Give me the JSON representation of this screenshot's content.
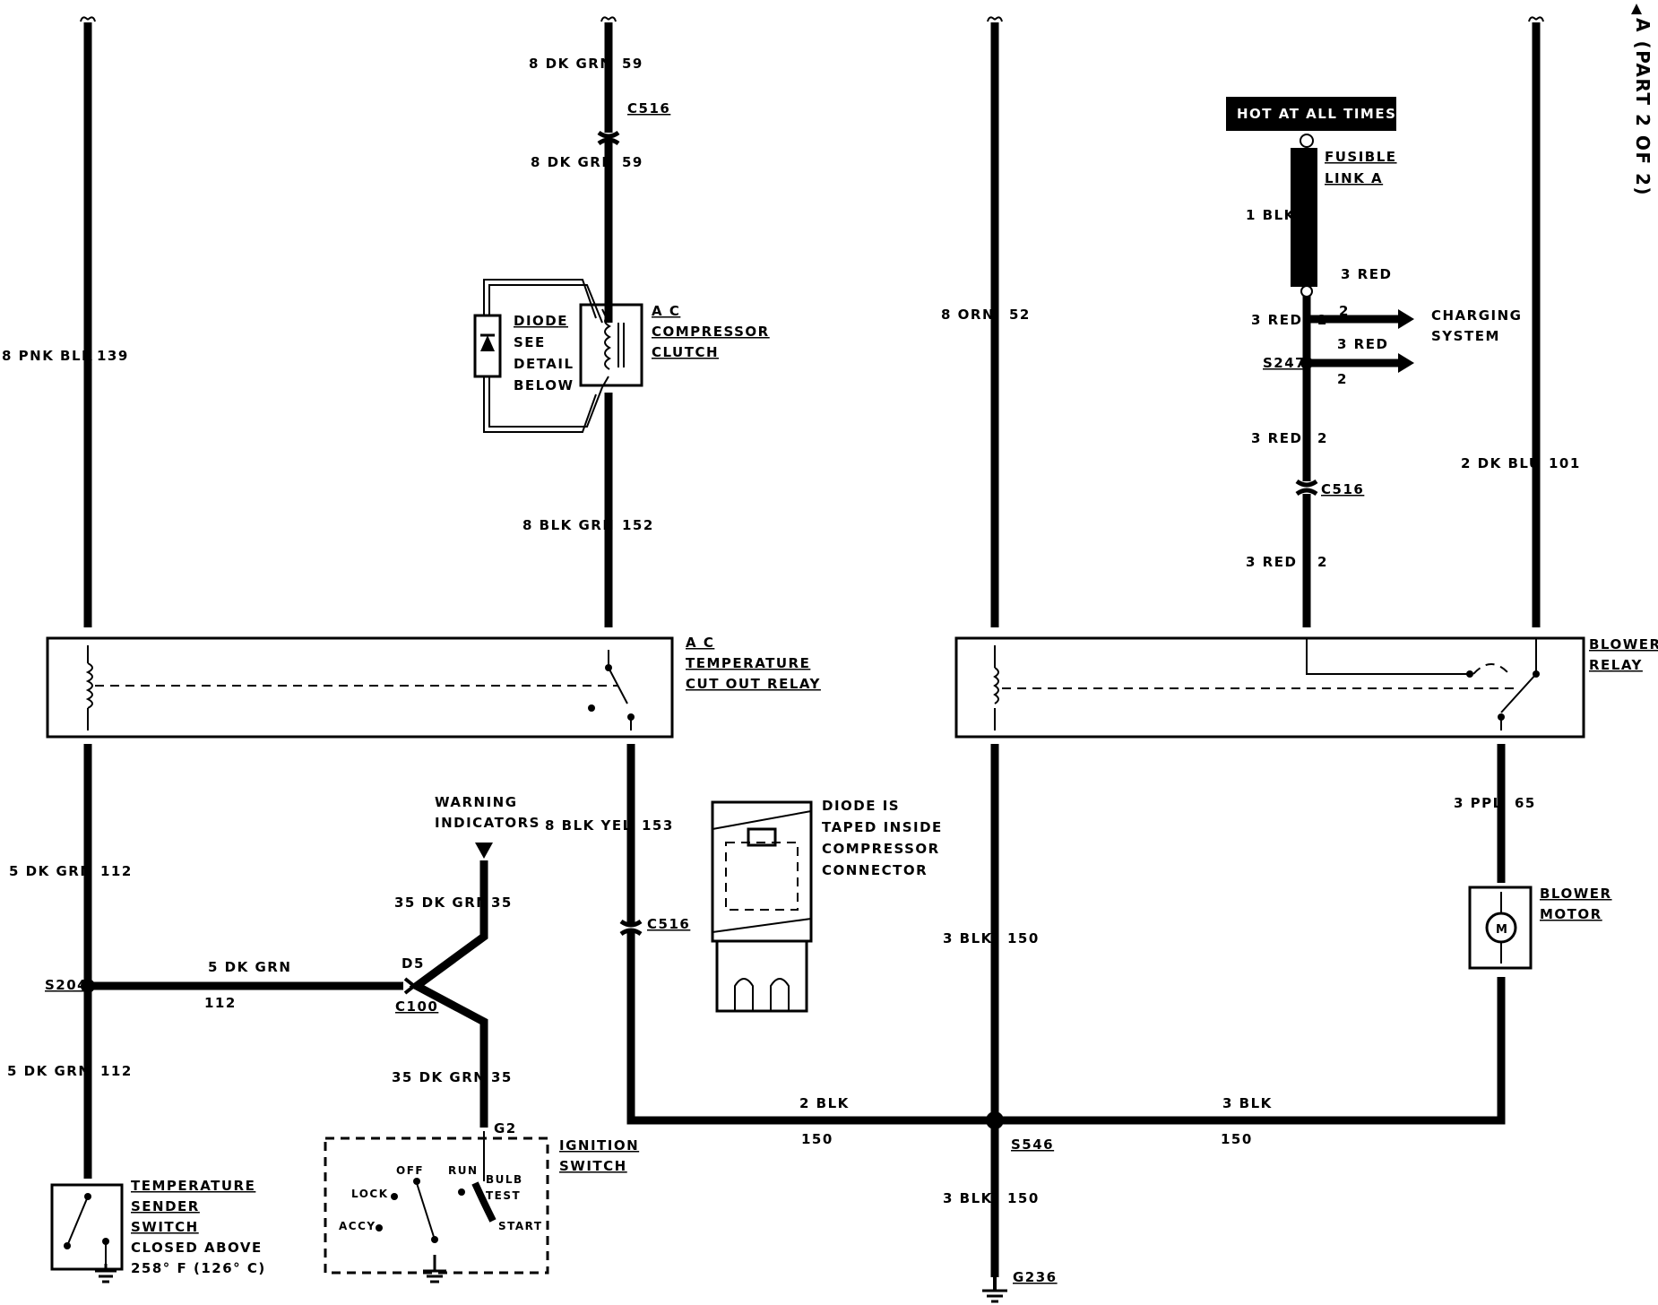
{
  "title_ref": "A (PART 2 OF 2)",
  "hot_label": "HOT AT ALL TIMES",
  "wires": {
    "w139": {
      "gauge": "8 PNK BLK",
      "circuit": "139"
    },
    "w59a": {
      "gauge": "8 DK GRN",
      "circuit": "59"
    },
    "w59b": {
      "gauge": "8 DK GRN",
      "circuit": "59"
    },
    "w152": {
      "gauge": "8 BLK GRN",
      "circuit": "152"
    },
    "w52": {
      "gauge": "8 ORN",
      "circuit": "52"
    },
    "w101": {
      "gauge": "2 DK BLU",
      "circuit": "101"
    },
    "w2_1blk": {
      "gauge": "1 BLK"
    },
    "w2a": {
      "gauge": "3 RED",
      "circuit": "2"
    },
    "w2b": {
      "gauge": "3 RED",
      "circuit": "2"
    },
    "w2c": {
      "gauge": "3 RED",
      "circuit": "2"
    },
    "chg1": {
      "gauge": "3 RED",
      "circuit": "2"
    },
    "chg2": {
      "gauge": "3 RED",
      "circuit": "2"
    },
    "w112a": {
      "gauge": "5 DK GRN",
      "circuit": "112"
    },
    "w112b": {
      "gauge": "5 DK GRN",
      "circuit": "112"
    },
    "w112c": {
      "gauge": "5 DK GRN",
      "circuit": "112"
    },
    "w153": {
      "gauge": "8 BLK YEL",
      "circuit": "153"
    },
    "w35a": {
      "gauge": "35 DK GRN",
      "circuit": "35"
    },
    "w35b": {
      "gauge": "35 DK GRN",
      "circuit": "35"
    },
    "w150a": {
      "gauge": "3 BLK",
      "circuit": "150"
    },
    "w150b": {
      "gauge": "2 BLK",
      "circuit": "150"
    },
    "w150c": {
      "gauge": "3 BLK",
      "circuit": "150"
    },
    "w150d": {
      "gauge": "3 BLK",
      "circuit": "150"
    },
    "w65": {
      "gauge": "3 PPL",
      "circuit": "65"
    }
  },
  "connectors": {
    "c516a": "C516",
    "c516b": "C516",
    "c516c": "C516",
    "s247": "S247",
    "s204": "S204",
    "d5": "D5",
    "c100": "C100",
    "g2": "G2",
    "s546": "S546",
    "g236": "G236"
  },
  "components": {
    "fusible": [
      "FUSIBLE",
      "LINK A"
    ],
    "diode": [
      "DIODE",
      "SEE",
      "DETAIL",
      "BELOW"
    ],
    "compressor": [
      "A C",
      "COMPRESSOR",
      "CLUTCH"
    ],
    "charging": [
      "CHARGING",
      "SYSTEM"
    ],
    "ac_relay": [
      "A C",
      "TEMPERATURE",
      "CUT OUT RELAY"
    ],
    "blower_relay": [
      "BLOWER",
      "RELAY"
    ],
    "warning": [
      "WARNING",
      "INDICATORS"
    ],
    "diode_note": [
      "DIODE IS",
      "TAPED INSIDE",
      "COMPRESSOR",
      "CONNECTOR"
    ],
    "blower_motor": [
      "BLOWER",
      "MOTOR"
    ],
    "motor_symbol": "M",
    "temp_sender": [
      "TEMPERATURE",
      "SENDER",
      "SWITCH",
      "CLOSED ABOVE",
      "258° F (126° C)"
    ],
    "ignition": [
      "IGNITION",
      "SWITCH"
    ],
    "ign_positions": {
      "off": "OFF",
      "run": "RUN",
      "lock": "LOCK",
      "accy": "ACCY",
      "bulb": "BULB",
      "test": "TEST",
      "start": "START"
    }
  }
}
